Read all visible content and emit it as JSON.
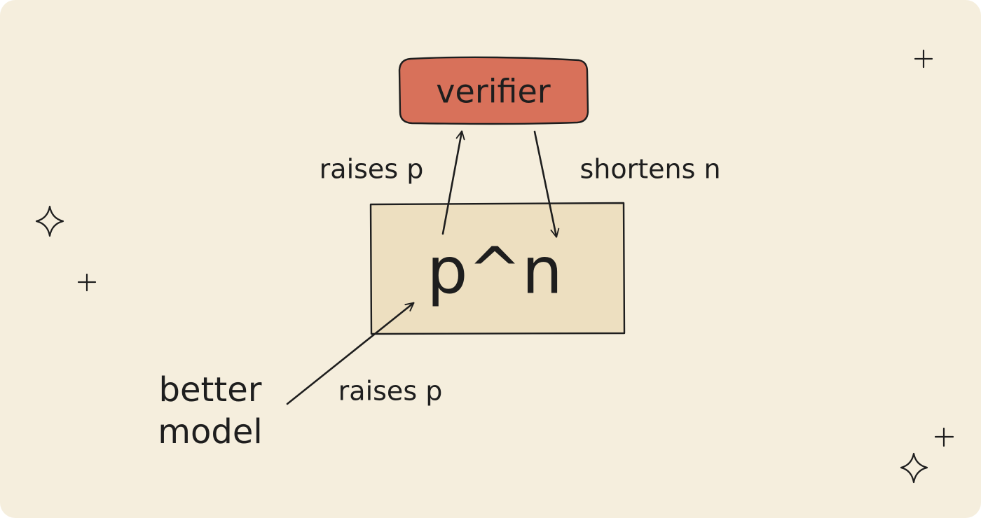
{
  "nodes": {
    "verifier": {
      "label": "verifier"
    },
    "formula": {
      "label": "p^n"
    },
    "model": {
      "line1": "better",
      "line2": "model"
    }
  },
  "edges": {
    "formula_to_verifier": {
      "label": "raises p"
    },
    "verifier_to_formula": {
      "label": "shortens n"
    },
    "model_to_formula": {
      "label": "raises p"
    }
  },
  "colors": {
    "background": "#f5eedd",
    "verifier_fill": "#d8715a",
    "formula_fill": "#eddfc0",
    "ink": "#1e1e1e"
  }
}
